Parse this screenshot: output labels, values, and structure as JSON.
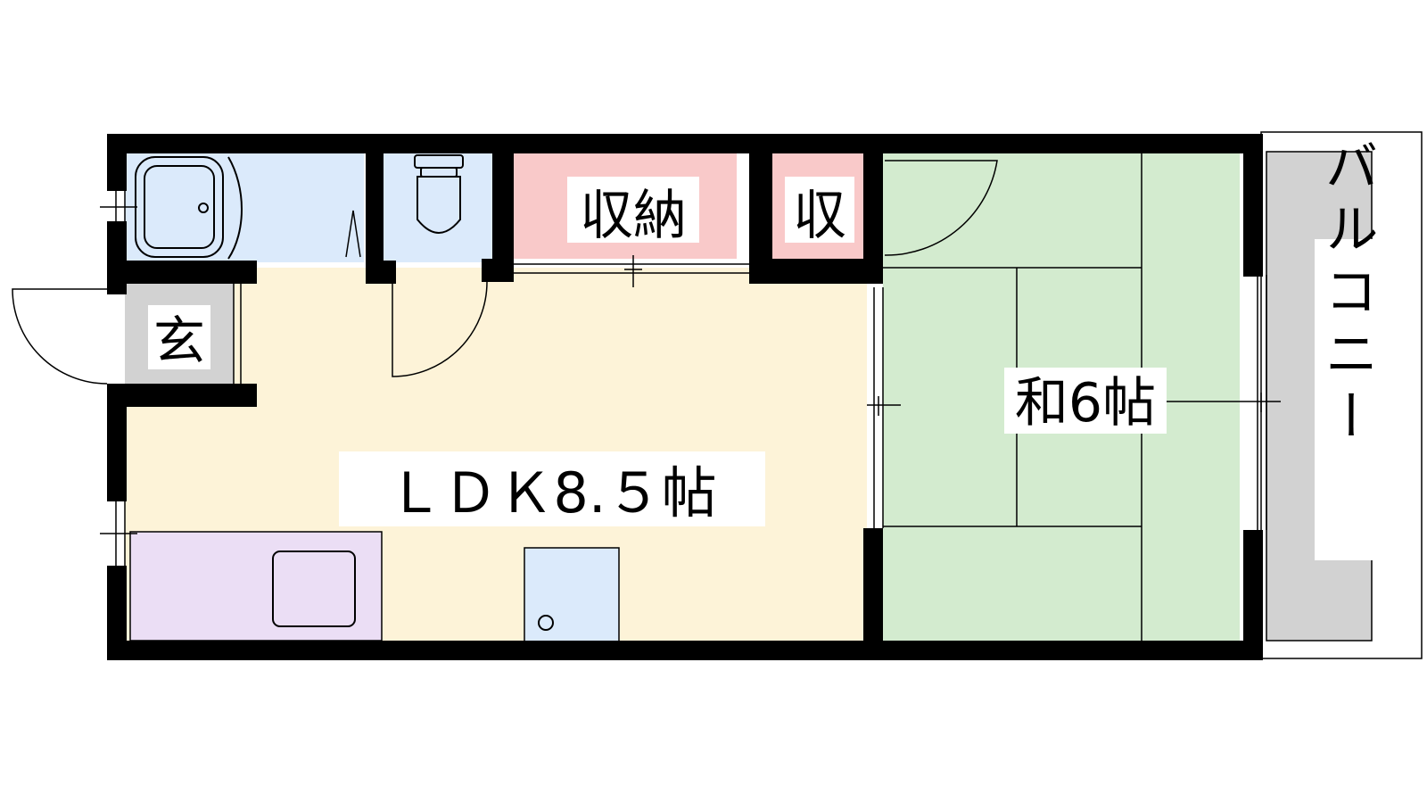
{
  "rooms": {
    "ldk": {
      "label": "ＬＤＫ8.５帖",
      "fill": "#fdf3d8"
    },
    "washitsu": {
      "label": "和6帖",
      "fill": "#d3ebcf"
    },
    "storage": {
      "label": "収納",
      "fill": "#f9c9c9"
    },
    "storage_small": {
      "label": "収",
      "fill": "#f9c9c9"
    },
    "entrance": {
      "label": "玄",
      "fill": "#d2d2d2"
    },
    "balcony": {
      "label": "バルコニー",
      "fill": "#d2d2d2"
    },
    "bath": {
      "fill": "#dbeafb"
    },
    "toilet": {
      "fill": "#dbeafb"
    },
    "kitchen": {
      "fill": "#ebdef5"
    },
    "washer": {
      "fill": "#dbeafb"
    }
  },
  "colors": {
    "wall": "#000000",
    "line": "#000000",
    "label_bg": "#ffffff"
  },
  "icons": [
    "bathtub-icon",
    "toilet-icon",
    "kitchen-sink-icon",
    "washer-pan-icon",
    "door-swing-icon"
  ]
}
